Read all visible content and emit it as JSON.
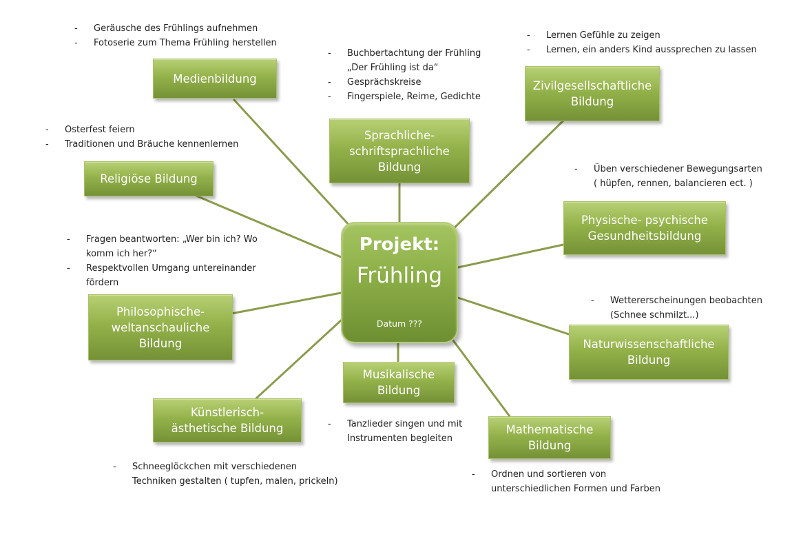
{
  "center": {
    "title": "Projekt:",
    "subtitle": "Frühling",
    "date": "Datum ???"
  },
  "nodes": {
    "medien": "Medienbildung",
    "sprach": "Sprachliche-\nschriftsprachliche\nBildung",
    "zivil": "Zivilgesellschaftliche\nBildung",
    "religion": "Religiöse Bildung",
    "physisch": "Physische- psychische\nGesundheitsbildung",
    "philo": "Philosophische-\nweltanschauliche\nBildung",
    "natur": "Naturwissenschaftliche\nBildung",
    "musik": "Musikalische\nBildung",
    "kunst": "Künstlerisch-\nästhetische Bildung",
    "mathe": "Mathematische\nBildung"
  },
  "notes": {
    "medien": [
      "Geräusche des Frühlings aufnehmen",
      "Fotoserie zum Thema Frühling herstellen"
    ],
    "sprach": [
      "Buchbertachtung der Frühling\n„Der Frühling ist da“",
      "Gesprächskreise",
      "Fingerspiele, Reime, Gedichte"
    ],
    "zivil": [
      "Lernen Gefühle zu zeigen",
      "Lernen, ein anders Kind aussprechen zu lassen"
    ],
    "religion": [
      "Osterfest feiern",
      "Traditionen und Bräuche kennenlernen"
    ],
    "physisch": [
      "Üben verschiedener Bewegungsarten\n( hüpfen, rennen, balancieren ect. )"
    ],
    "philo": [
      "Fragen beantworten: „Wer bin ich? Wo\nkomm ich her?“",
      "Respektvollen Umgang untereinander\nfördern"
    ],
    "natur": [
      "Wettererscheinungen beobachten\n(Schnee schmilzt...)"
    ],
    "musik": [
      "Tanzlieder singen und mit\nInstrumenten begleiten"
    ],
    "kunst": [
      "Schneeglöckchen mit verschiedenen\nTechniken gestalten ( tupfen, malen, prickeln)"
    ],
    "mathe": [
      "Ordnen und sortieren  von\nunterschiedlichen Formen und Farben"
    ]
  },
  "colors": {
    "node_fill_top": "#b7d075",
    "node_fill_bottom": "#749236",
    "connector": "#8a9c4c",
    "note_text": "#222222"
  }
}
